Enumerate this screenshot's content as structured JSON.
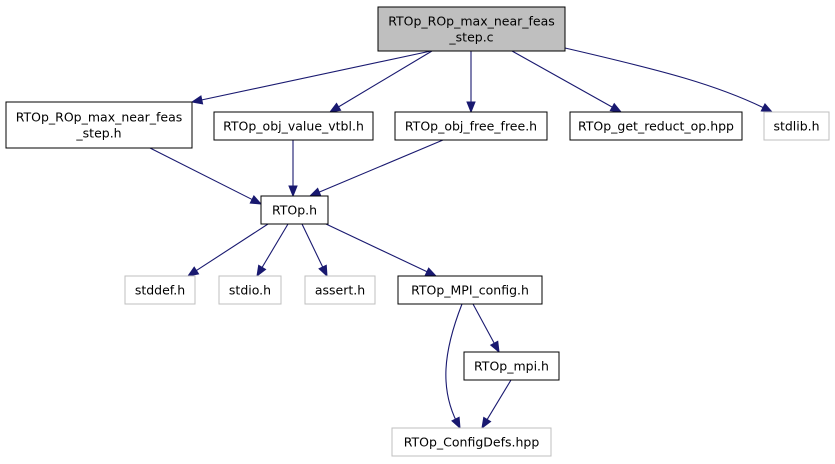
{
  "colors": {
    "edge": "#191970",
    "root_fill": "#bfbfbf",
    "node_fill": "#ffffff",
    "node_border": "#000000",
    "missing_border": "#bfbfbf"
  },
  "nodes": {
    "root": {
      "lines": [
        "RTOp_ROp_max_near_feas",
        "_step.c"
      ],
      "kind": "root"
    },
    "step_h": {
      "lines": [
        "RTOp_ROp_max_near_feas",
        "_step.h"
      ],
      "kind": "file"
    },
    "value_vtbl": {
      "lines": [
        "RTOp_obj_value_vtbl.h"
      ],
      "kind": "file"
    },
    "free_free": {
      "lines": [
        "RTOp_obj_free_free.h"
      ],
      "kind": "file"
    },
    "get_reduct": {
      "lines": [
        "RTOp_get_reduct_op.hpp"
      ],
      "kind": "file"
    },
    "stdlib": {
      "lines": [
        "stdlib.h"
      ],
      "kind": "missing"
    },
    "rtop_h": {
      "lines": [
        "RTOp.h"
      ],
      "kind": "file"
    },
    "stddef": {
      "lines": [
        "stddef.h"
      ],
      "kind": "missing"
    },
    "stdio": {
      "lines": [
        "stdio.h"
      ],
      "kind": "missing"
    },
    "assert": {
      "lines": [
        "assert.h"
      ],
      "kind": "missing"
    },
    "mpi_config": {
      "lines": [
        "RTOp_MPI_config.h"
      ],
      "kind": "file"
    },
    "mpi_h": {
      "lines": [
        "RTOp_mpi.h"
      ],
      "kind": "file"
    },
    "configdefs": {
      "lines": [
        "RTOp_ConfigDefs.hpp"
      ],
      "kind": "missing"
    }
  },
  "edges": [
    [
      "root",
      "step_h"
    ],
    [
      "root",
      "value_vtbl"
    ],
    [
      "root",
      "free_free"
    ],
    [
      "root",
      "get_reduct"
    ],
    [
      "root",
      "stdlib"
    ],
    [
      "step_h",
      "rtop_h"
    ],
    [
      "value_vtbl",
      "rtop_h"
    ],
    [
      "free_free",
      "rtop_h"
    ],
    [
      "rtop_h",
      "stddef"
    ],
    [
      "rtop_h",
      "stdio"
    ],
    [
      "rtop_h",
      "assert"
    ],
    [
      "rtop_h",
      "mpi_config"
    ],
    [
      "mpi_config",
      "mpi_h"
    ],
    [
      "mpi_config",
      "configdefs"
    ],
    [
      "mpi_h",
      "configdefs"
    ]
  ]
}
